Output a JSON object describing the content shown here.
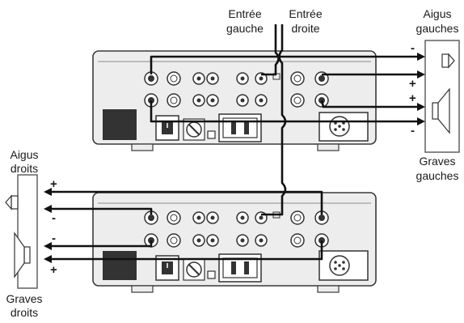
{
  "labels": {
    "input_left_line1": "Entrée",
    "input_left_line2": "gauche",
    "input_right_line1": "Entrée",
    "input_right_line2": "droite",
    "tweeter_left_line1": "Aigus",
    "tweeter_left_line2": "gauches",
    "woofer_left_line1": "Graves",
    "woofer_left_line2": "gauches",
    "tweeter_right_line1": "Aigus",
    "tweeter_right_line2": "droits",
    "woofer_right_line1": "Graves",
    "woofer_right_line2": "droits"
  },
  "polarity": {
    "upper_tweeter_minus": "-",
    "upper_tweeter_plus": "+",
    "upper_woofer_plus": "+",
    "upper_woofer_minus": "-",
    "lower_tweeter_plus": "+",
    "lower_tweeter_minus": "-",
    "lower_woofer_minus": "-",
    "lower_woofer_plus": "+"
  },
  "colors": {
    "wire": "#111111",
    "chassis_fill": "#ededed",
    "chassis_stroke": "#3a3a3a",
    "panel_dark": "#333333"
  }
}
